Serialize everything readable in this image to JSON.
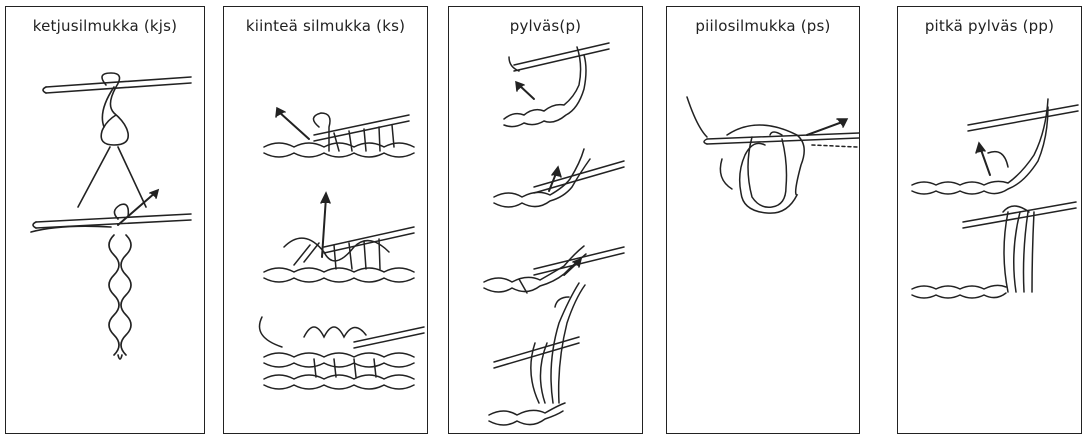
{
  "panels": [
    {
      "id": "kjs",
      "title": "ketjusilmukka (kjs)"
    },
    {
      "id": "ks",
      "title": "kiinteä silmukka (ks)"
    },
    {
      "id": "p",
      "title": "pylväs(p)"
    },
    {
      "id": "ps",
      "title": "piilosilmukka (ps)"
    },
    {
      "id": "pp",
      "title": "pitkä pylväs (pp)"
    }
  ],
  "colors": {
    "ink": "#222222",
    "border": "#222222",
    "background": "#ffffff"
  }
}
